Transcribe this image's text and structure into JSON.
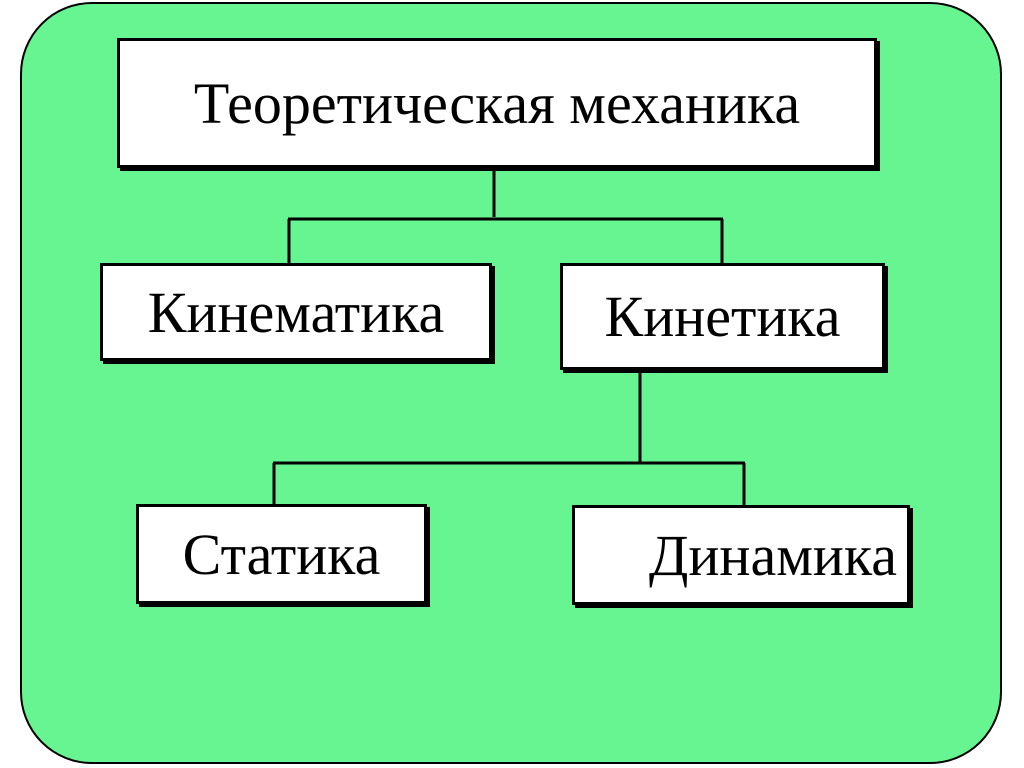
{
  "diagram": {
    "root": {
      "label": "Теоретическая механика"
    },
    "level1": [
      {
        "label": "Кинематика"
      },
      {
        "label": "Кинетика"
      }
    ],
    "level2": [
      {
        "label": "Статика"
      },
      {
        "label": "Динамика"
      }
    ]
  },
  "colors": {
    "panel_background": "#66f590",
    "box_background": "#ffffff",
    "lines": "#000000"
  }
}
